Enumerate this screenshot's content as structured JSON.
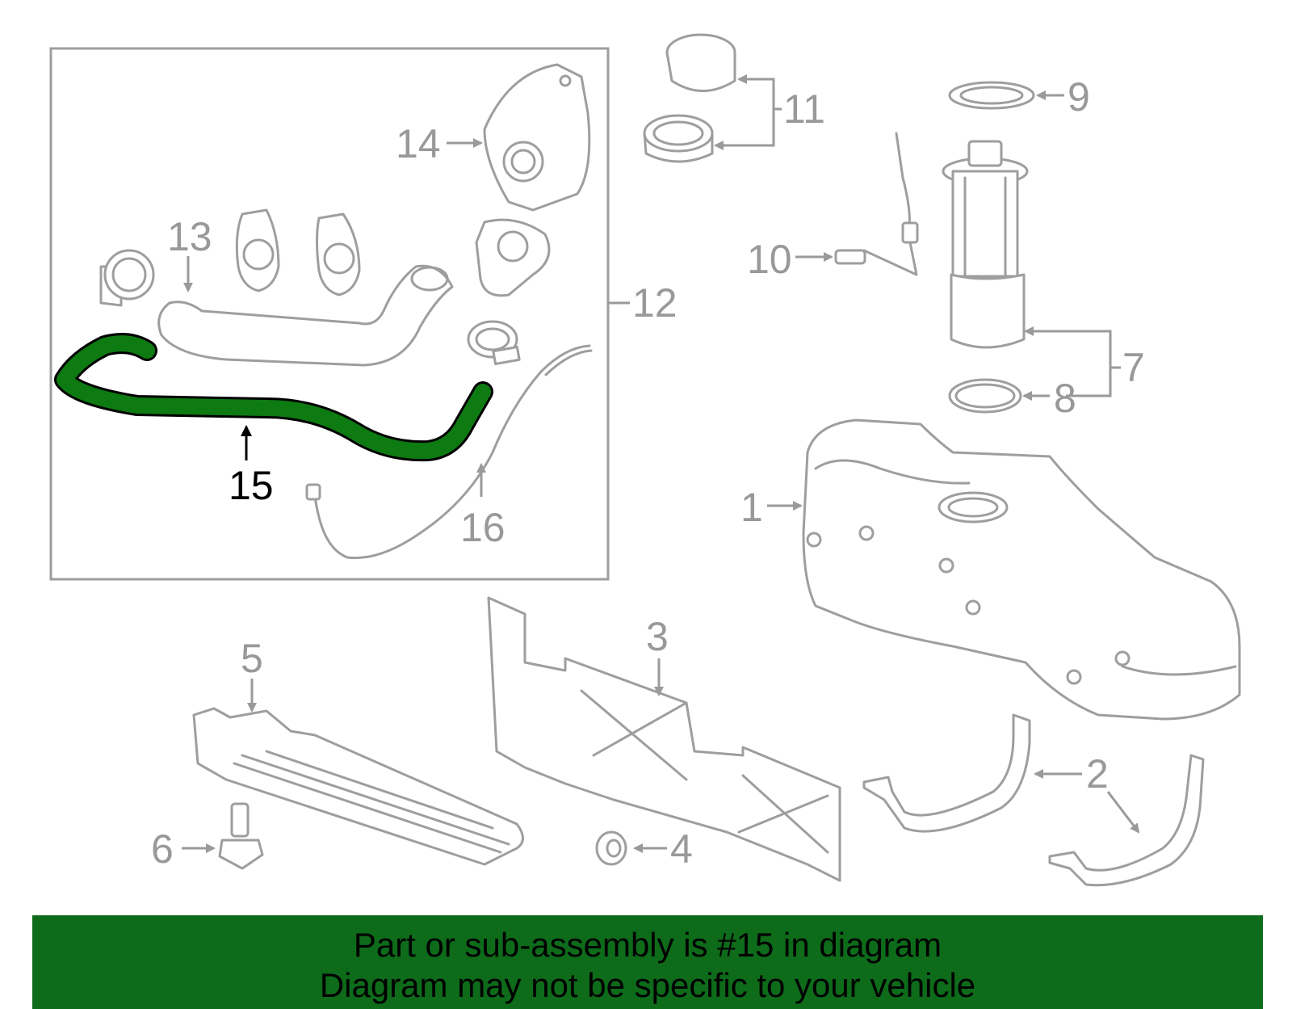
{
  "diagram": {
    "highlight_color": "#0d7a12",
    "part_outline_color": "#9e9e9e",
    "banner_color": "#0d6b1a",
    "callouts": {
      "c1": "1",
      "c2": "2",
      "c3": "3",
      "c4": "4",
      "c5": "5",
      "c6": "6",
      "c7": "7",
      "c8": "8",
      "c9": "9",
      "c10": "10",
      "c11": "11",
      "c12": "12",
      "c13": "13",
      "c14": "14",
      "c15": "15",
      "c16": "16"
    }
  },
  "banner": {
    "line1": "Part or sub-assembly is #15 in diagram",
    "line2": "Diagram may not be specific to your vehicle"
  }
}
